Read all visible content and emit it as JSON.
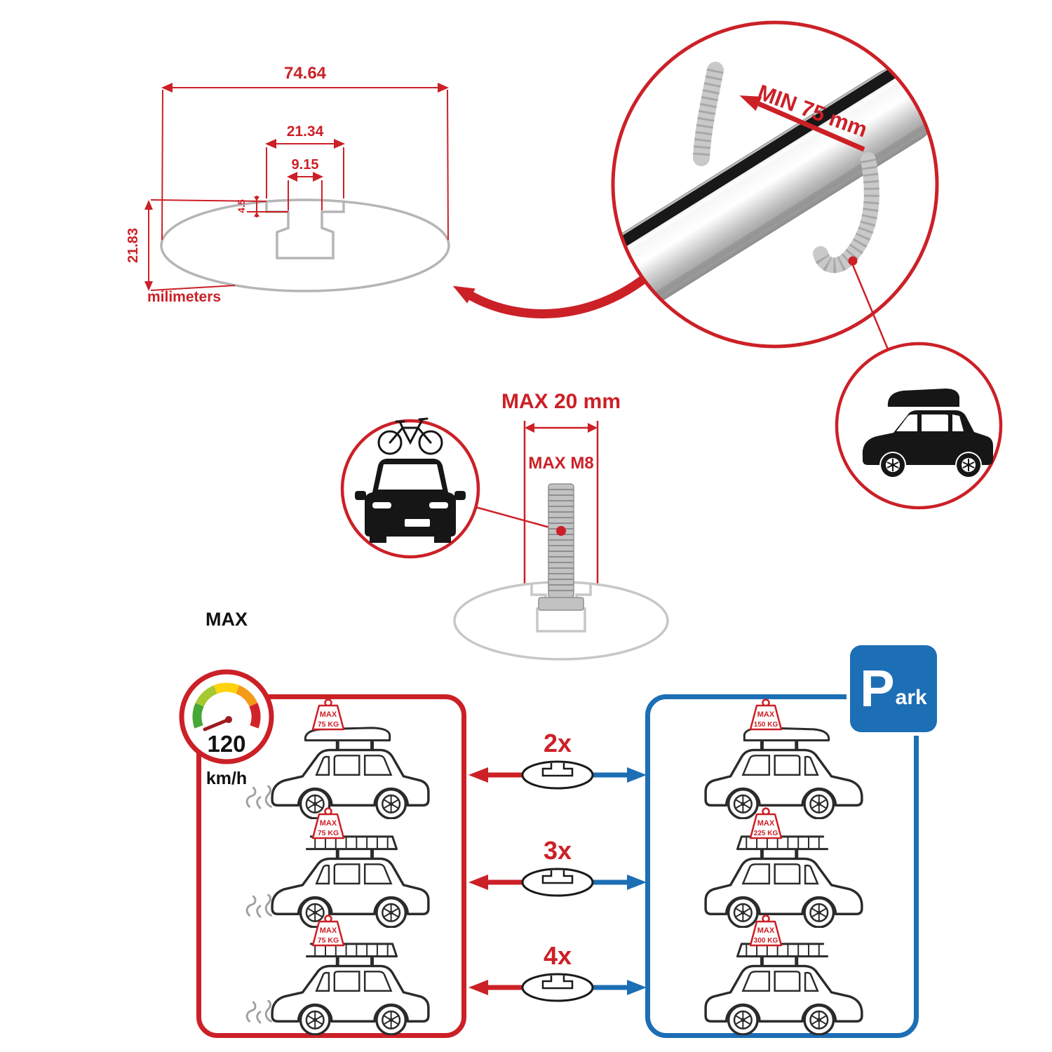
{
  "colors": {
    "accent_red": "#cc2027",
    "accent_blue": "#1c6eb5",
    "drawing_gray": "#b5b5b5"
  },
  "cross_section": {
    "total_width": "74.64",
    "slot_outer_width": "21.34",
    "slot_inner_width": "9.15",
    "lip_depth": "4.5",
    "total_height": "21.83",
    "units": "milimeters"
  },
  "bar_detail": {
    "min_clearance": "MIN 75 mm"
  },
  "bolt": {
    "max_length": "MAX 20 mm",
    "max_thread": "MAX M8"
  },
  "speed": {
    "title": "MAX",
    "value": "120",
    "unit": "km/h"
  },
  "rows": [
    {
      "qty": "2x"
    },
    {
      "qty": "3x"
    },
    {
      "qty": "4x"
    }
  ],
  "driving": {
    "tags": [
      {
        "l1": "MAX",
        "l2": "75 KG"
      },
      {
        "l1": "MAX",
        "l2": "75 KG"
      },
      {
        "l1": "MAX",
        "l2": "75 KG"
      }
    ]
  },
  "parking": {
    "sign_p": "P",
    "sign_ark": "ark",
    "tags": [
      {
        "l1": "MAX",
        "l2": "150 KG"
      },
      {
        "l1": "MAX",
        "l2": "225 KG"
      },
      {
        "l1": "MAX",
        "l2": "300 KG"
      }
    ]
  }
}
